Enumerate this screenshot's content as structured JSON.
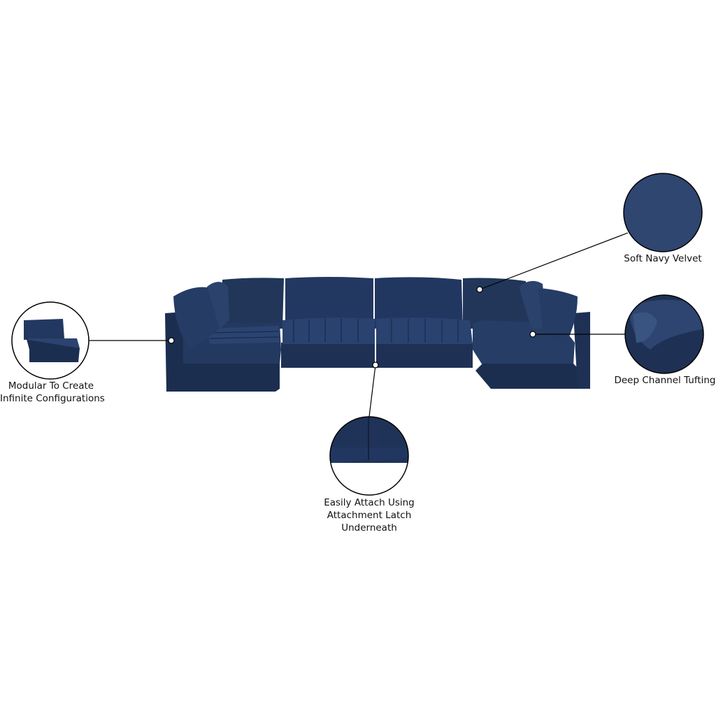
{
  "colors": {
    "fabric_dark": "#1c2e50",
    "fabric_mid": "#253b63",
    "fabric_light": "#2f4873",
    "line": "#000000"
  },
  "callouts": [
    {
      "id": "modular",
      "lines": [
        "Modular To Create",
        "Infinite Configurations"
      ]
    },
    {
      "id": "velvet",
      "lines": [
        "Soft Navy Velvet"
      ]
    },
    {
      "id": "tufting",
      "lines": [
        "Deep Channel Tufting"
      ]
    },
    {
      "id": "attach",
      "lines": [
        "Easily Attach Using",
        "Attachment Latch",
        "Underneath"
      ]
    }
  ]
}
